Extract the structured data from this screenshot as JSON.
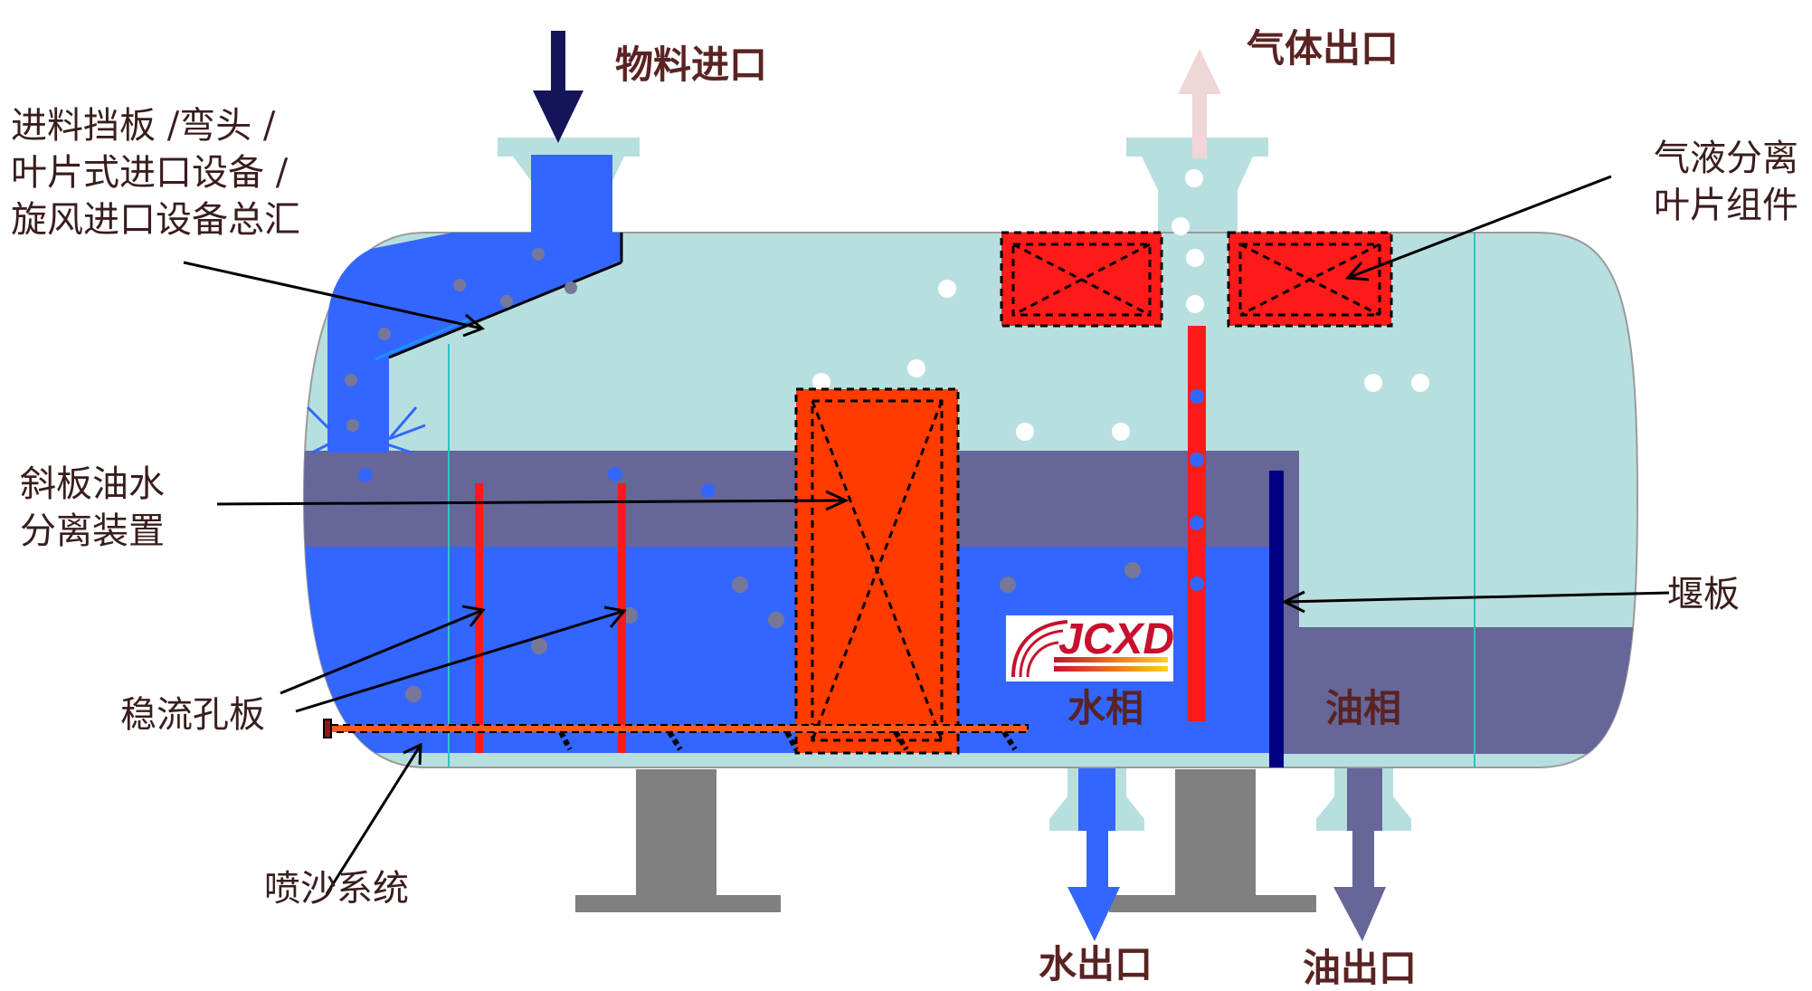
{
  "diagram": {
    "title": "Three-phase separator cross-section",
    "labels": {
      "feed_inlet": "物料进口",
      "gas_outlet": "气体出口",
      "inlet_device_line1": "进料挡板 /弯头 /",
      "inlet_device_line2": "叶片式进口设备 /",
      "inlet_device_line3": "旋风进口设备总汇",
      "mist_extractor_line1": "气液分离",
      "mist_extractor_line2": "叶片组件",
      "plate_separator_line1": "斜板油水",
      "plate_separator_line2": "分离装置",
      "weir": "堰板",
      "baffle_plates": "稳流孔板",
      "sand_jet": "喷沙系统",
      "water_phase": "水相",
      "oil_phase": "油相",
      "water_outlet": "水出口",
      "oil_outlet": "油出口"
    },
    "logo": {
      "text": "JCXD"
    },
    "colors": {
      "vessel": "#b8dfe0",
      "gas": "#b8dfe0",
      "oil": "#666699",
      "water": "#3366ff",
      "inlet": "#3366ff",
      "mist_pad": "#ff1a1a",
      "coalescer": "#ff3b00",
      "weir": "#000080",
      "support": "#808080",
      "feed_arrow": "#14145a",
      "gas_arrow": "#f0d6d6",
      "water_arrow": "#3366ff",
      "oil_arrow": "#666699",
      "baffle": "#ff1a1a",
      "label_text": "#3a1d1d",
      "logo_red": "#c8102e"
    }
  }
}
